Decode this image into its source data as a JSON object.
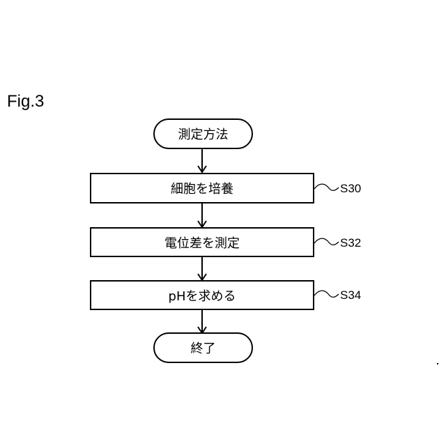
{
  "figure": {
    "label": "Fig.3"
  },
  "flowchart": {
    "start": {
      "text": "測定方法"
    },
    "steps": [
      {
        "text": "細胞を培養",
        "label": "S30"
      },
      {
        "text": "電位差を測定",
        "label": "S32"
      },
      {
        "text": "pHを求める",
        "label": "S34"
      }
    ],
    "end": {
      "text": "終了"
    }
  }
}
